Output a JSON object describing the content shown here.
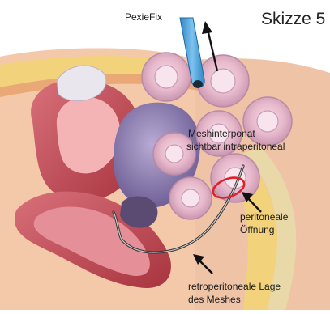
{
  "labels": {
    "pexiefix": "PexieFix",
    "sketch": "Skizze 5",
    "mesh_line1": "Meshinterponat",
    "mesh_line2": "sichtbar intraperitoneal",
    "peritoneal_line1": "peritoneale",
    "peritoneal_line2": "Öffnung",
    "retro_line1": "retroperitoneale Lage",
    "retro_line2": "des Meshes"
  },
  "colors": {
    "skin": "#f3c9a9",
    "fat": "#f2d27a",
    "muscle": "#c8565e",
    "muscle_dark": "#9e2f3a",
    "intestine": "#e8b8c8",
    "intestine_inner": "#c99ab8",
    "bladder": "#e9e6ee",
    "purple_region": "#8e7fb0",
    "instrument": "#4ea3d9",
    "mesh_line": "#3a3a3a",
    "opening_ring": "#e0202a",
    "bone": "#ead9a8"
  },
  "icons": {
    "instrument": "pexiefix-instrument-icon",
    "pull_arrow": "arrow-up-icon",
    "pointer_arrow": "arrow-pointer-icon"
  }
}
